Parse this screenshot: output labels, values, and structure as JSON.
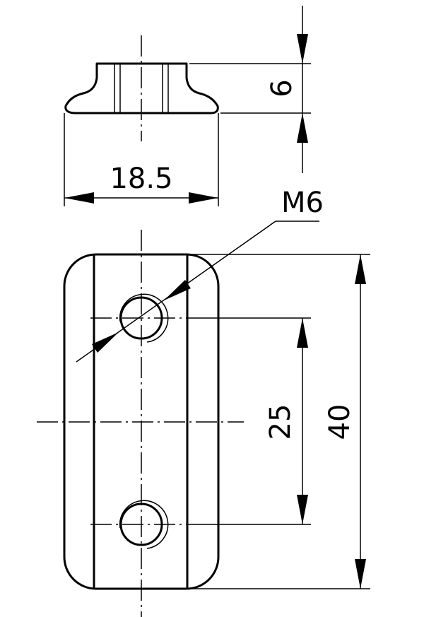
{
  "drawing": {
    "dimensions": {
      "width": "18.5",
      "thickness": "6",
      "thread": "M6",
      "hole_spacing": "25",
      "length": "40"
    },
    "colors": {
      "line": "#000000",
      "background": "#ffffff"
    }
  }
}
